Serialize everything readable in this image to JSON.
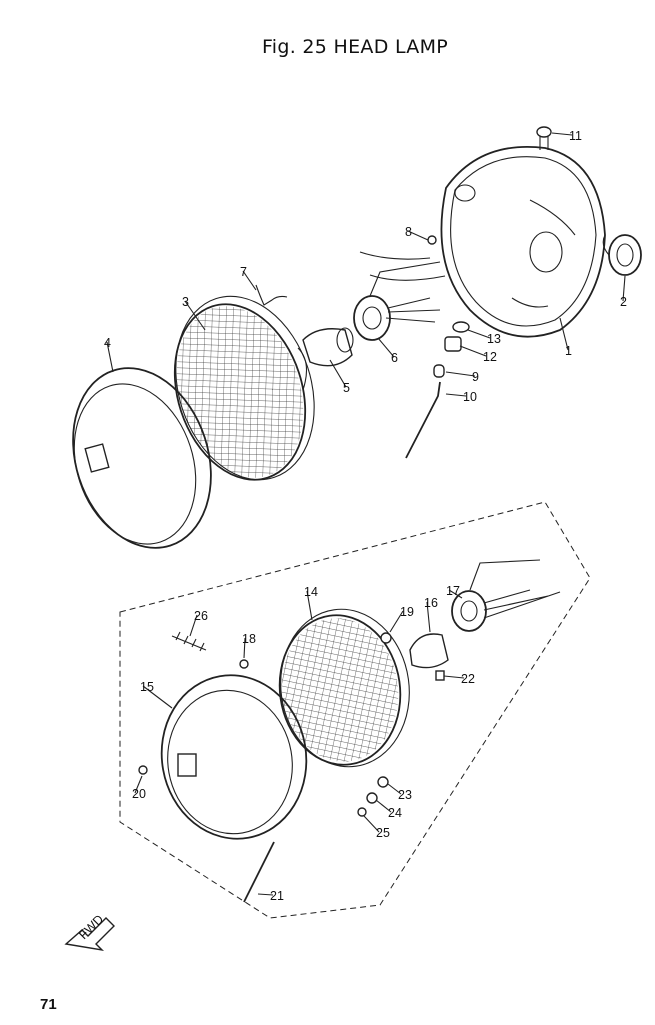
{
  "figure": {
    "title": "Fig. 25 HEAD LAMP",
    "page_number": "71",
    "direction_marker": "FWD"
  },
  "part_labels": [
    "1",
    "2",
    "3",
    "4",
    "5",
    "6",
    "7",
    "8",
    "9",
    "10",
    "11",
    "12",
    "13",
    "14",
    "15",
    "16",
    "17",
    "18",
    "19",
    "20",
    "21",
    "22",
    "23",
    "24",
    "25",
    "26"
  ]
}
